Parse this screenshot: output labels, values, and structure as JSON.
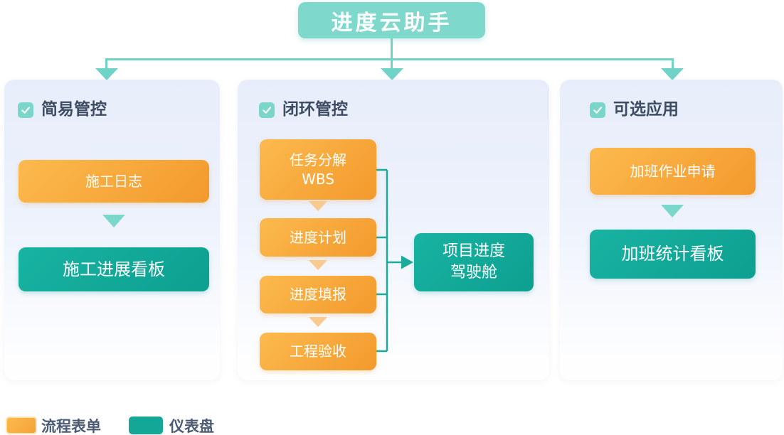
{
  "title": "进度云助手",
  "panels": {
    "simple": {
      "header": "简易管控",
      "form_box": "施工日志",
      "dashboard_box": "施工进展看板"
    },
    "closed_loop": {
      "header": "闭环管控",
      "steps": [
        {
          "line1": "任务分解",
          "line2": "WBS"
        },
        {
          "line1": "进度计划"
        },
        {
          "line1": "进度填报"
        },
        {
          "line1": "工程验收"
        }
      ],
      "result": {
        "line1": "项目进度",
        "line2": "驾驶舱"
      }
    },
    "optional": {
      "header": "可选应用",
      "form_box": "加班作业申请",
      "dashboard_box": "加班统计看板"
    }
  },
  "legend": {
    "form_label": "流程表单",
    "dashboard_label": "仪表盘"
  },
  "icons": {
    "checked_checkbox": "✓",
    "arrow_down": "▼",
    "arrow_right": "▶"
  },
  "colors": {
    "form_orange": "#f6a233",
    "dashboard_teal": "#12a796",
    "title_teal": "#7ed8cc",
    "connector_light_teal": "#6fd3c8",
    "bracket_teal": "#1cab9b",
    "step_arrow_tan": "#f8ca8e",
    "header_text": "#3e4c63",
    "panel_bg": "#e8eefb"
  }
}
